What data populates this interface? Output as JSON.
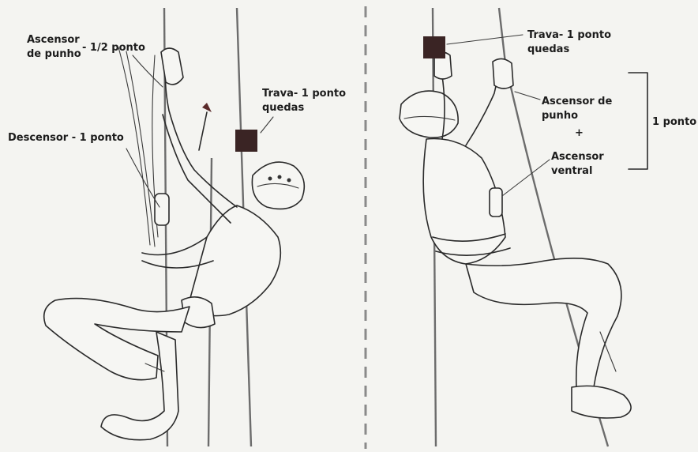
{
  "left_panel": {
    "ascensor_label_line1": "Ascensor",
    "ascensor_label_line2": "de punho",
    "ascensor_value": "- 1/2 ponto",
    "descensor_label": "Descensor - 1 ponto",
    "trava_label_line1": "Trava- 1 ponto",
    "trava_label_line2": "quedas"
  },
  "right_panel": {
    "trava_label_line1": "Trava-  1 ponto",
    "trava_label_line2": "quedas",
    "ascensor_punho_line1": "Ascensor de",
    "ascensor_punho_line2": "punho",
    "plus_sign": "+",
    "ascensor_ventral_line1": "Ascensor",
    "ascensor_ventral_line2": "ventral",
    "bracket_total": "1 ponto"
  },
  "colors": {
    "background": "#f4f4f1",
    "line_art": "#2a2a2a",
    "fall_arrest_marker": "#3a2424"
  }
}
